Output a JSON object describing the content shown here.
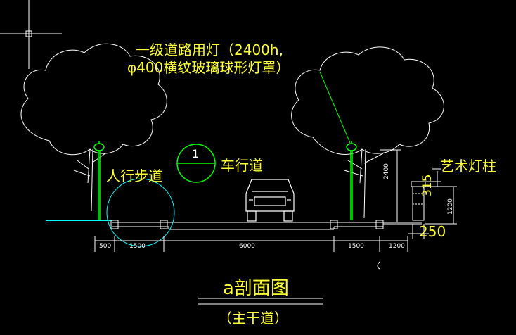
{
  "annotation": {
    "light_line1": "一级道路用灯（2400h,",
    "light_line2": "φ400横纹玻璃球形灯罩）",
    "art_pole": "艺术灯柱",
    "sidewalk": "人行步道",
    "roadway": "车行道",
    "section_number": "1"
  },
  "dimensions": {
    "bottom": [
      "500",
      "1500",
      "6000",
      "1500",
      "1200"
    ],
    "pole_height": "2400",
    "pillar_height": "1200",
    "pillar_cap": "315",
    "pillar_width": "250"
  },
  "title": {
    "main": "a剖面图",
    "sub": "（主干道）"
  },
  "colors": {
    "background": "#000000",
    "text": "#ffff33",
    "lines": "#ffffff",
    "lamp_poles": "#00ff00",
    "highlight": "#00ffff"
  }
}
